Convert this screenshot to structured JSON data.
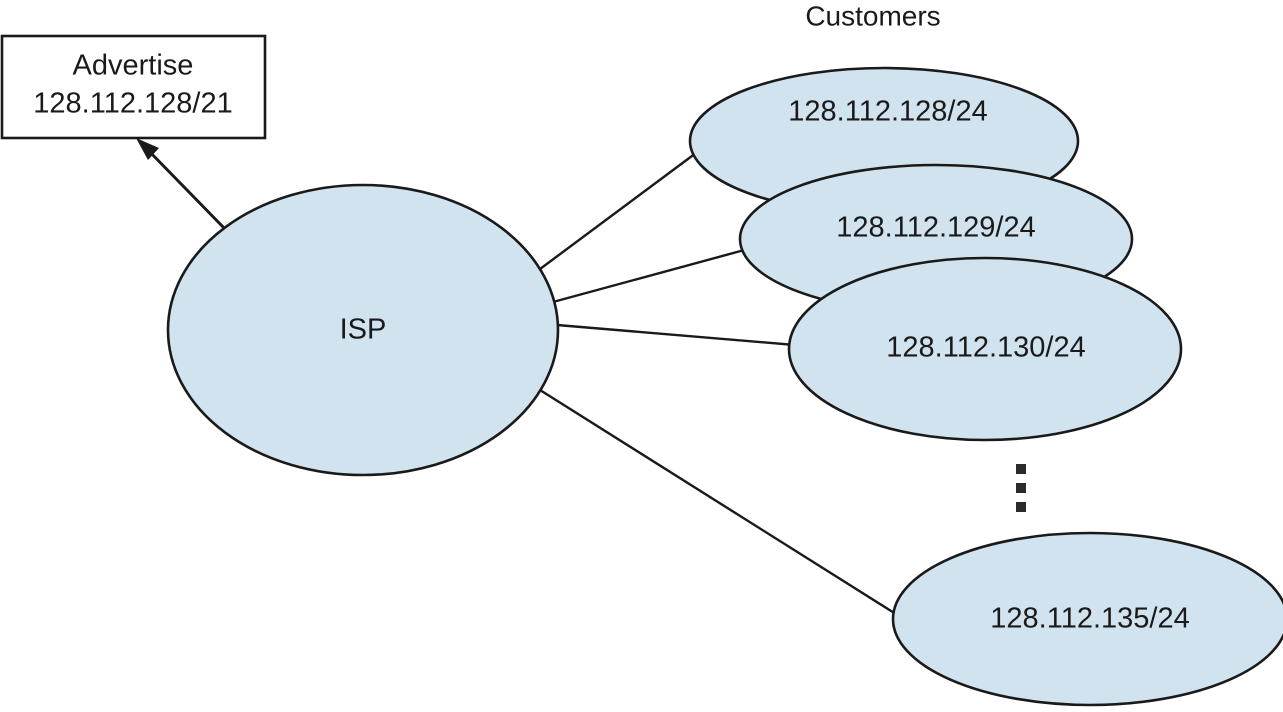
{
  "diagram": {
    "type": "network-topology",
    "background_color": "#ffffff",
    "node_fill_color": "#d0e3ee",
    "node_stroke_color": "#1a1a1a",
    "text_color": "#1a1a1a",
    "group_title": "Customers",
    "isp": {
      "label": "ISP"
    },
    "advertise_box": {
      "line1": "Advertise",
      "line2": "128.112.128/21"
    },
    "customers": [
      {
        "label": "128.112.128/24"
      },
      {
        "label": "128.112.129/24"
      },
      {
        "label": "128.112.130/24"
      },
      {
        "label": "128.112.135/24"
      }
    ],
    "continuation_marker": "⋮",
    "edges": [
      {
        "from": "ISP",
        "to": "128.112.128/24"
      },
      {
        "from": "ISP",
        "to": "128.112.129/24"
      },
      {
        "from": "ISP",
        "to": "128.112.130/24"
      },
      {
        "from": "ISP",
        "to": "128.112.135/24"
      },
      {
        "from": "ISP",
        "to": "Advertise 128.112.128/21",
        "arrow": true
      }
    ]
  }
}
